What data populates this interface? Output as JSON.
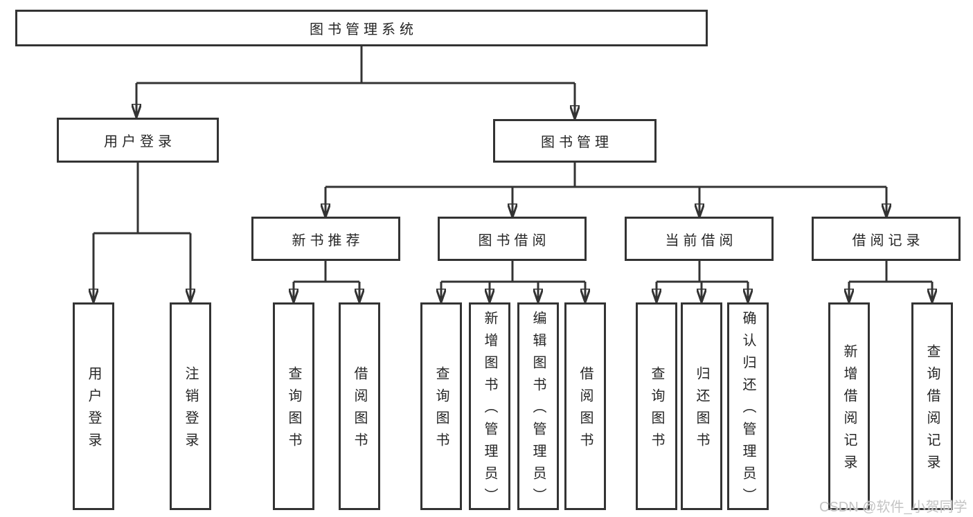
{
  "diagram": {
    "root": {
      "label": "图书管理系统"
    },
    "level1": [
      {
        "label": "用户登录",
        "leaves": [
          {
            "label": "用户登录"
          },
          {
            "label": "注销登录"
          }
        ]
      },
      {
        "label": "图书管理",
        "groups": [
          {
            "label": "新书推荐",
            "leaves": [
              {
                "label": "查询图书"
              },
              {
                "label": "借阅图书"
              }
            ]
          },
          {
            "label": "图书借阅",
            "leaves": [
              {
                "label": "查询图书"
              },
              {
                "label": "新增图书（管理员）"
              },
              {
                "label": "编辑图书（管理员）"
              },
              {
                "label": "借阅图书"
              }
            ]
          },
          {
            "label": "当前借阅",
            "leaves": [
              {
                "label": "查询图书"
              },
              {
                "label": "归还图书"
              },
              {
                "label": "确认归还（管理员）"
              }
            ]
          },
          {
            "label": "借阅记录",
            "leaves": [
              {
                "label": "新增借阅记录"
              },
              {
                "label": "查询借阅记录"
              }
            ]
          }
        ]
      }
    ]
  },
  "watermark": {
    "text": "CSDN @软件_小贺同学"
  },
  "colors": {
    "line": "#333333",
    "box_border": "#333333",
    "text": "#262626",
    "watermark": "#c4c4c4",
    "background": "#ffffff"
  }
}
